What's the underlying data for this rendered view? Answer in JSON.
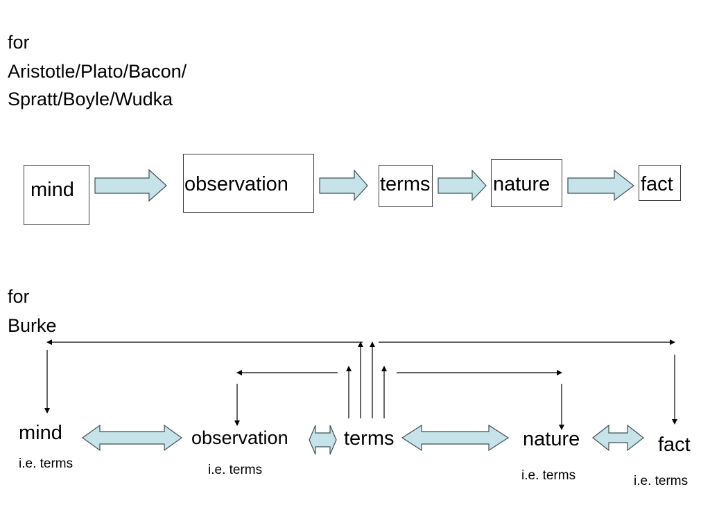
{
  "top_heading": {
    "line1": "for",
    "line2": "Aristotle/Plato/Bacon/",
    "line3": "Spratt/Boyle/Wudka"
  },
  "top_flow": {
    "mind": "mind",
    "observation": "observation",
    "terms": "terms",
    "nature": "nature",
    "fact": "fact"
  },
  "bottom_heading": {
    "line1": "for",
    "line2": "Burke"
  },
  "bottom_flow": {
    "mind": "mind",
    "observation": "observation",
    "terms": "terms",
    "nature": "nature",
    "fact": "fact",
    "ie_mind": "i.e. terms",
    "ie_observation": "i.e. terms",
    "ie_nature": "i.e. terms",
    "ie_fact": "i.e. terms"
  },
  "colors": {
    "arrow_fill": "#c5e3e8",
    "arrow_stroke": "#3f4f55",
    "box_border": "#3a3a3a"
  }
}
